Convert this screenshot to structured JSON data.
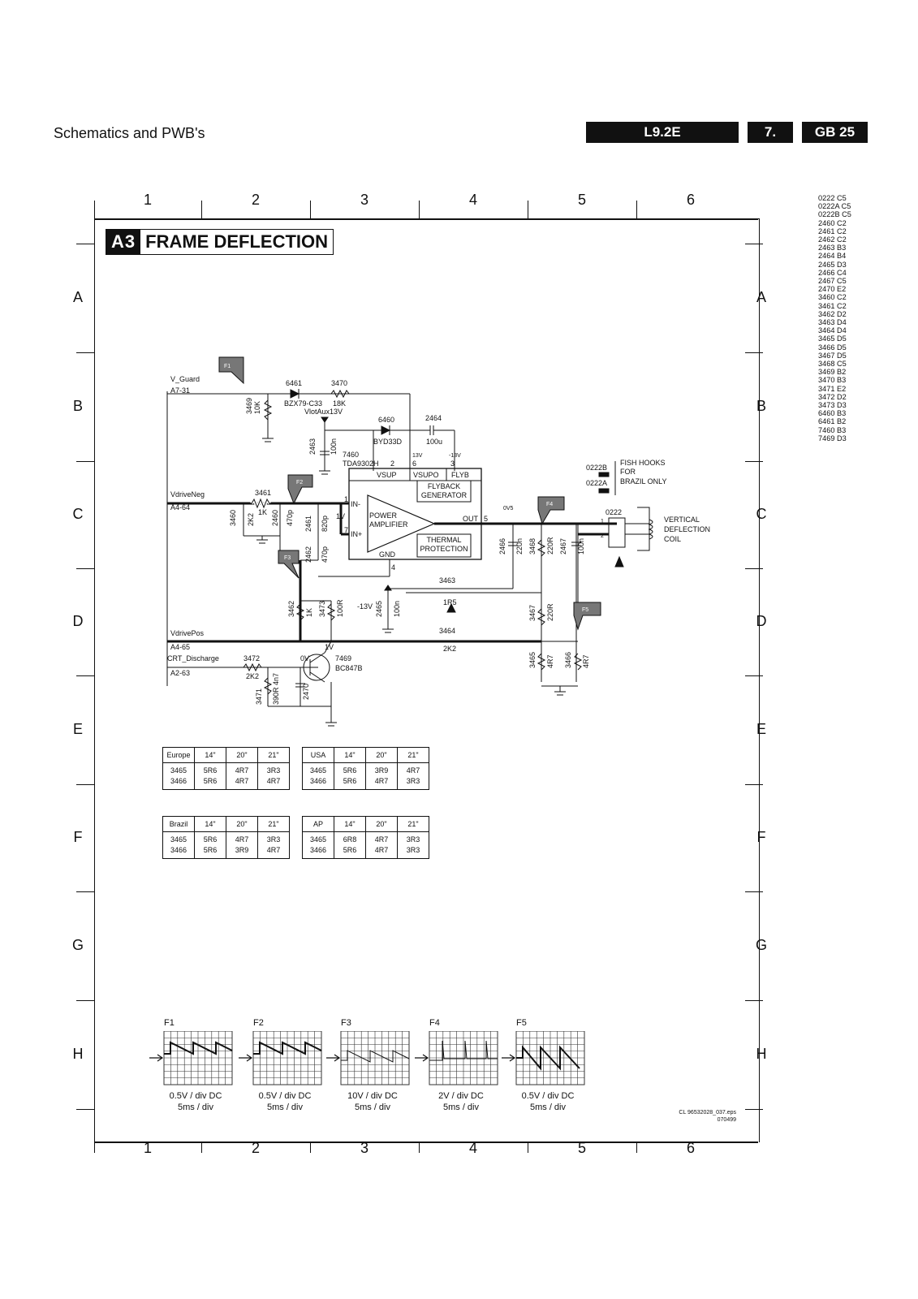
{
  "header": {
    "title": "Schematics and PWB's",
    "model": "L9.2E",
    "chapter": "7.",
    "page": "GB 25"
  },
  "index_list": [
    "0222 C5",
    "0222A C5",
    "0222B C5",
    "2460 C2",
    "2461 C2",
    "2462 C2",
    "2463 B3",
    "2464 B4",
    "2465 D3",
    "2466 C4",
    "2467 C5",
    "2470 E2",
    "3460 C2",
    "3461 C2",
    "3462 D2",
    "3463 D4",
    "3464 D4",
    "3465 D5",
    "3466 D5",
    "3467 D5",
    "3468 C5",
    "3469 B2",
    "3470 B3",
    "3471 E2",
    "3472 D2",
    "3473 D3",
    "6460 B3",
    "6461 B2",
    "7460 B3",
    "7469 D3"
  ],
  "grid": {
    "columns": [
      "1",
      "2",
      "3",
      "4",
      "5",
      "6"
    ],
    "rows": [
      "A",
      "B",
      "C",
      "D",
      "E",
      "F",
      "G",
      "H"
    ]
  },
  "title": {
    "tag": "A3",
    "text": "FRAME DEFLECTION"
  },
  "schematic": {
    "nets": {
      "v_guard": "V_Guard",
      "v_guard_ref": "A7-31",
      "vdrive_neg": "VdriveNeg",
      "vdrive_neg_ref": "A4-64",
      "vdrive_pos": "VdrivePos",
      "vdrive_pos_ref": "A4-65",
      "crt_discharge": "CRT_Discharge",
      "crt_discharge_ref": "A2-63",
      "vlot": "VlotAux13V",
      "minus13": "-13V",
      "minus13b": "-13V",
      "plus13": "13V",
      "ov5": "0V5",
      "v1a": "1V",
      "v1b": "1V",
      "v0": "0V"
    },
    "components": {
      "d6461": "6461",
      "d6461_val": "BZX79-C33",
      "r3470": "3470",
      "r3470_val": "18K",
      "r3469": "3469",
      "r3469_val": "10K",
      "d6460": "6460",
      "d6460_val": "BYD33D",
      "c2464": "2464",
      "c2464_val": "100u",
      "c2463": "2463",
      "c2463_val": "100n",
      "ic7460": "7460",
      "ic7460_val": "TDA9302H",
      "r3461": "3461",
      "r3461_val": "1K",
      "r3460": "3460",
      "r3460_val": "2K2",
      "c2460": "2460",
      "c2460_val": "470p",
      "c2461": "2461",
      "c2461_val": "820p",
      "c2462": "2462",
      "c2462_val": "470p",
      "c2466": "2466",
      "c2466_val": "220n",
      "r3468": "3468",
      "r3468_val": "220R",
      "c2467": "2467",
      "c2467_val": "100n",
      "r3463": "3463",
      "r3463_val": "1R5",
      "r3464": "3464",
      "r3464_val": "2K2",
      "c2465": "2465",
      "c2465_val": "100n",
      "r3462": "3462",
      "r3462_val": "1K",
      "r3473": "3473",
      "r3473_val": "100R",
      "r3467": "3467",
      "r3467_val": "220R",
      "r3465": "3465",
      "r3465_val": "4R7",
      "r3466": "3466",
      "r3466_val": "4R7",
      "r3472": "3472",
      "r3472_val": "2K2",
      "r3471": "3471",
      "r3471_val": "390R 4n7",
      "c2470": "2470",
      "q7469": "7469",
      "q7469_val": "BC847B",
      "j0222": "0222",
      "j0222a": "0222A",
      "j0222b": "0222B"
    },
    "ic": {
      "vsup": "VSUP",
      "vsupo": "VSUPO",
      "flyb": "FLYB",
      "flyback_gen": "FLYBACK GENERATOR",
      "power_amp": "POWER AMPLIFIER",
      "thermal": "THERMAL PROTECTION",
      "gnd": "GND",
      "in_minus": "IN-",
      "in_plus": "IN+",
      "out": "OUT",
      "pin1": "1",
      "pin2": "2",
      "pin3": "3",
      "pin4": "4",
      "pin5": "5",
      "pin6": "6",
      "pin7": "7"
    },
    "notes": {
      "fish_hooks": "FISH HOOKS",
      "for": "FOR",
      "brazil": "BRAZIL ONLY",
      "vertical": "VERTICAL",
      "deflection": "DEFLECTION",
      "coil": "COIL",
      "pin_c1": "1",
      "pin_c2": "2"
    },
    "probes": [
      "F1",
      "F2",
      "F3",
      "F4",
      "F5"
    ]
  },
  "value_tables": [
    {
      "region": "Europe",
      "cols": [
        "14\"",
        "20\"",
        "21\""
      ],
      "rows": [
        [
          "3465",
          "5R6",
          "4R7",
          "3R3"
        ],
        [
          "3466",
          "5R6",
          "4R7",
          "4R7"
        ]
      ]
    },
    {
      "region": "USA",
      "cols": [
        "14\"",
        "20\"",
        "21\""
      ],
      "rows": [
        [
          "3465",
          "5R6",
          "3R9",
          "4R7"
        ],
        [
          "3466",
          "5R6",
          "4R7",
          "3R3"
        ]
      ]
    },
    {
      "region": "Brazil",
      "cols": [
        "14\"",
        "20\"",
        "21\""
      ],
      "rows": [
        [
          "3465",
          "5R6",
          "4R7",
          "3R3"
        ],
        [
          "3466",
          "5R6",
          "3R9",
          "4R7"
        ]
      ]
    },
    {
      "region": "AP",
      "cols": [
        "14\"",
        "20\"",
        "21\""
      ],
      "rows": [
        [
          "3465",
          "6R8",
          "4R7",
          "3R3"
        ],
        [
          "3466",
          "5R6",
          "4R7",
          "3R3"
        ]
      ]
    }
  ],
  "waveforms": [
    {
      "label": "F1",
      "volts": "0.5V / div DC",
      "time": "5ms / div"
    },
    {
      "label": "F2",
      "volts": "0.5V / div DC",
      "time": "5ms / div"
    },
    {
      "label": "F3",
      "volts": "10V / div DC",
      "time": "5ms / div"
    },
    {
      "label": "F4",
      "volts": "2V / div DC",
      "time": "5ms / div"
    },
    {
      "label": "F5",
      "volts": "0.5V / div DC",
      "time": "5ms / div"
    }
  ],
  "footer": {
    "ref": "CL 96532028_037.eps",
    "date": "070499"
  }
}
